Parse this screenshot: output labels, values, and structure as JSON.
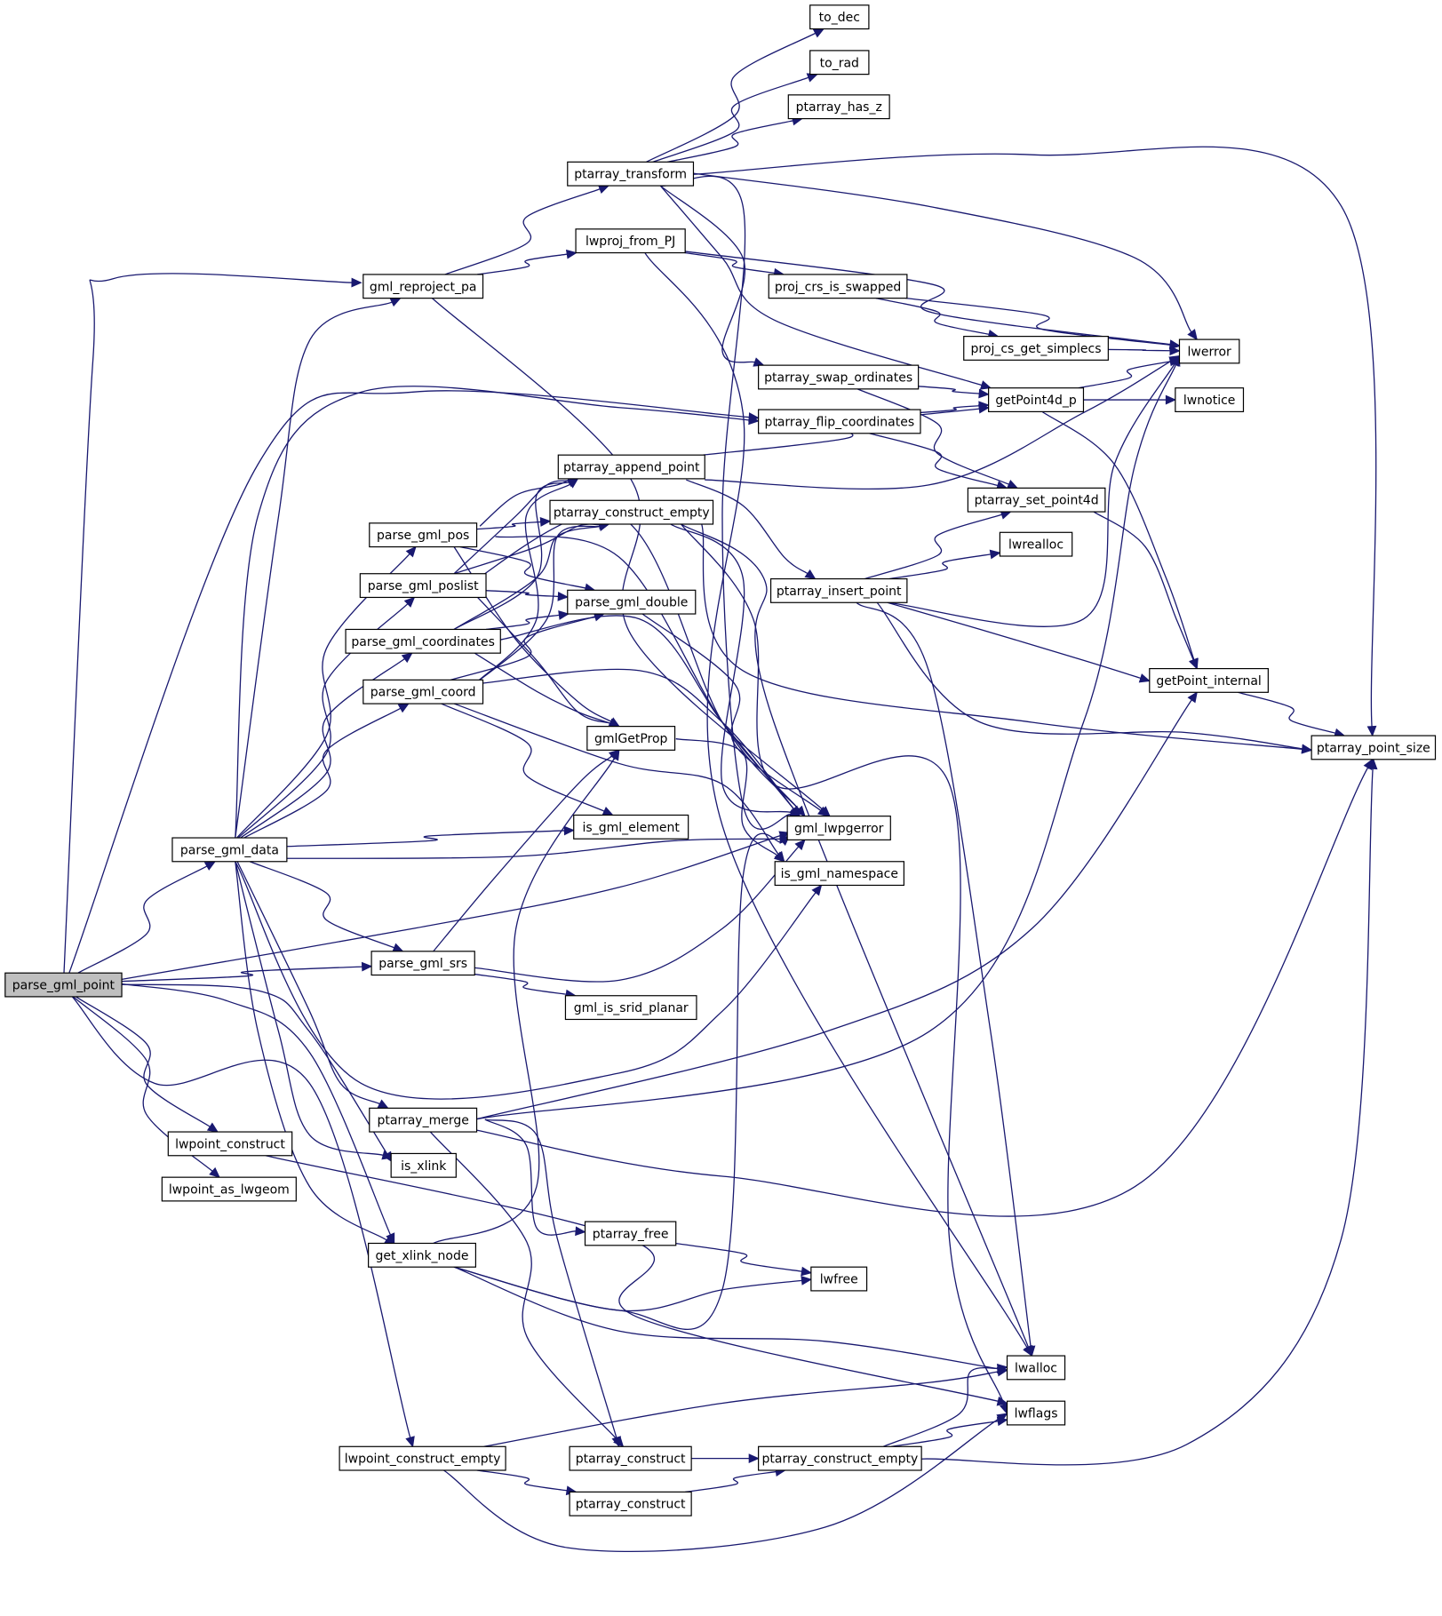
{
  "diagram": {
    "type": "call-graph",
    "colors": {
      "edge": "#191970",
      "root_fill": "#bfbfbf",
      "node_fill": "#ffffff",
      "node_border": "#000000"
    },
    "nodes": [
      {
        "id": "parse_gml_point",
        "label": "parse_gml_point",
        "root": true
      },
      {
        "id": "parse_gml_data",
        "label": "parse_gml_data"
      },
      {
        "id": "lwpoint_construct",
        "label": "lwpoint_construct"
      },
      {
        "id": "lwpoint_as_lwgeom",
        "label": "lwpoint_as_lwgeom"
      },
      {
        "id": "gml_reproject_pa",
        "label": "gml_reproject_pa"
      },
      {
        "id": "parse_gml_pos",
        "label": "parse_gml_pos"
      },
      {
        "id": "parse_gml_poslist",
        "label": "parse_gml_poslist"
      },
      {
        "id": "parse_gml_coordinates",
        "label": "parse_gml_coordinates"
      },
      {
        "id": "parse_gml_coord",
        "label": "parse_gml_coord"
      },
      {
        "id": "parse_gml_srs",
        "label": "parse_gml_srs"
      },
      {
        "id": "ptarray_merge",
        "label": "ptarray_merge"
      },
      {
        "id": "is_xlink",
        "label": "is_xlink"
      },
      {
        "id": "get_xlink_node",
        "label": "get_xlink_node"
      },
      {
        "id": "lwpoint_construct_empty",
        "label": "lwpoint_construct_empty"
      },
      {
        "id": "ptarray_transform",
        "label": "ptarray_transform"
      },
      {
        "id": "lwproj_from_PJ",
        "label": "lwproj_from_PJ"
      },
      {
        "id": "ptarray_append_point",
        "label": "ptarray_append_point"
      },
      {
        "id": "ptarray_construct_empty_1",
        "label": "ptarray_construct_empty"
      },
      {
        "id": "parse_gml_double",
        "label": "parse_gml_double"
      },
      {
        "id": "gmlGetProp",
        "label": "gmlGetProp"
      },
      {
        "id": "is_gml_element",
        "label": "is_gml_element"
      },
      {
        "id": "gml_is_srid_planar",
        "label": "gml_is_srid_planar"
      },
      {
        "id": "ptarray_free",
        "label": "ptarray_free"
      },
      {
        "id": "ptarray_construct_1",
        "label": "ptarray_construct"
      },
      {
        "id": "ptarray_construct_2",
        "label": "ptarray_construct"
      },
      {
        "id": "to_dec",
        "label": "to_dec"
      },
      {
        "id": "to_rad",
        "label": "to_rad"
      },
      {
        "id": "ptarray_has_z",
        "label": "ptarray_has_z"
      },
      {
        "id": "proj_crs_is_swapped",
        "label": "proj_crs_is_swapped"
      },
      {
        "id": "ptarray_swap_ordinates",
        "label": "ptarray_swap_ordinates"
      },
      {
        "id": "ptarray_flip_coordinates",
        "label": "ptarray_flip_coordinates"
      },
      {
        "id": "ptarray_insert_point",
        "label": "ptarray_insert_point"
      },
      {
        "id": "gml_lwpgerror",
        "label": "gml_lwpgerror"
      },
      {
        "id": "is_gml_namespace",
        "label": "is_gml_namespace"
      },
      {
        "id": "lwfree",
        "label": "lwfree"
      },
      {
        "id": "ptarray_construct_empty_2",
        "label": "ptarray_construct_empty"
      },
      {
        "id": "proj_cs_get_simplecs",
        "label": "proj_cs_get_simplecs"
      },
      {
        "id": "getPoint4d_p",
        "label": "getPoint4d_p"
      },
      {
        "id": "ptarray_set_point4d",
        "label": "ptarray_set_point4d"
      },
      {
        "id": "lwrealloc",
        "label": "lwrealloc"
      },
      {
        "id": "lwalloc",
        "label": "lwalloc"
      },
      {
        "id": "lwflags",
        "label": "lwflags"
      },
      {
        "id": "lwerror",
        "label": "lwerror"
      },
      {
        "id": "lwnotice",
        "label": "lwnotice"
      },
      {
        "id": "getPoint_internal",
        "label": "getPoint_internal"
      },
      {
        "id": "ptarray_point_size",
        "label": "ptarray_point_size"
      }
    ],
    "edges": [
      [
        "parse_gml_point",
        "gml_reproject_pa"
      ],
      [
        "parse_gml_point",
        "ptarray_flip_coordinates"
      ],
      [
        "parse_gml_point",
        "parse_gml_data"
      ],
      [
        "parse_gml_point",
        "gml_lwpgerror"
      ],
      [
        "parse_gml_point",
        "parse_gml_srs"
      ],
      [
        "parse_gml_point",
        "is_xlink"
      ],
      [
        "parse_gml_point",
        "get_xlink_node"
      ],
      [
        "parse_gml_point",
        "lwpoint_construct"
      ],
      [
        "parse_gml_point",
        "lwpoint_as_lwgeom"
      ],
      [
        "parse_gml_point",
        "lwpoint_construct_empty"
      ],
      [
        "parse_gml_data",
        "gml_reproject_pa"
      ],
      [
        "parse_gml_data",
        "ptarray_flip_coordinates"
      ],
      [
        "parse_gml_data",
        "parse_gml_pos"
      ],
      [
        "parse_gml_data",
        "parse_gml_poslist"
      ],
      [
        "parse_gml_data",
        "parse_gml_coordinates"
      ],
      [
        "parse_gml_data",
        "parse_gml_coord"
      ],
      [
        "parse_gml_data",
        "is_gml_element"
      ],
      [
        "parse_gml_data",
        "gml_lwpgerror"
      ],
      [
        "parse_gml_data",
        "is_gml_namespace"
      ],
      [
        "parse_gml_data",
        "parse_gml_srs"
      ],
      [
        "parse_gml_data",
        "ptarray_merge"
      ],
      [
        "parse_gml_data",
        "is_xlink"
      ],
      [
        "parse_gml_data",
        "get_xlink_node"
      ],
      [
        "lwpoint_construct",
        "lwflags"
      ],
      [
        "gml_reproject_pa",
        "ptarray_transform"
      ],
      [
        "gml_reproject_pa",
        "lwproj_from_PJ"
      ],
      [
        "gml_reproject_pa",
        "gml_lwpgerror"
      ],
      [
        "ptarray_transform",
        "to_dec"
      ],
      [
        "ptarray_transform",
        "to_rad"
      ],
      [
        "ptarray_transform",
        "ptarray_has_z"
      ],
      [
        "ptarray_transform",
        "lwerror"
      ],
      [
        "ptarray_transform",
        "ptarray_point_size"
      ],
      [
        "ptarray_transform",
        "getPoint4d_p"
      ],
      [
        "ptarray_transform",
        "ptarray_swap_ordinates"
      ],
      [
        "ptarray_transform",
        "gml_lwpgerror"
      ],
      [
        "lwproj_from_PJ",
        "proj_crs_is_swapped"
      ],
      [
        "lwproj_from_PJ",
        "lwerror"
      ],
      [
        "lwproj_from_PJ",
        "lwalloc"
      ],
      [
        "proj_crs_is_swapped",
        "proj_cs_get_simplecs"
      ],
      [
        "proj_crs_is_swapped",
        "lwerror"
      ],
      [
        "proj_cs_get_simplecs",
        "lwerror"
      ],
      [
        "ptarray_swap_ordinates",
        "getPoint4d_p"
      ],
      [
        "ptarray_swap_ordinates",
        "ptarray_set_point4d"
      ],
      [
        "ptarray_flip_coordinates",
        "getPoint4d_p"
      ],
      [
        "ptarray_flip_coordinates",
        "ptarray_set_point4d"
      ],
      [
        "getPoint4d_p",
        "lwerror"
      ],
      [
        "getPoint4d_p",
        "lwnotice"
      ],
      [
        "getPoint4d_p",
        "getPoint_internal"
      ],
      [
        "ptarray_set_point4d",
        "getPoint_internal"
      ],
      [
        "getPoint_internal",
        "ptarray_point_size"
      ],
      [
        "ptarray_append_point",
        "getPoint4d_p"
      ],
      [
        "ptarray_append_point",
        "lwerror"
      ],
      [
        "ptarray_append_point",
        "ptarray_insert_point"
      ],
      [
        "ptarray_insert_point",
        "ptarray_set_point4d"
      ],
      [
        "ptarray_insert_point",
        "lwrealloc"
      ],
      [
        "ptarray_insert_point",
        "lwerror"
      ],
      [
        "ptarray_insert_point",
        "getPoint_internal"
      ],
      [
        "ptarray_insert_point",
        "ptarray_point_size"
      ],
      [
        "ptarray_insert_point",
        "lwalloc"
      ],
      [
        "ptarray_construct_empty_1",
        "gml_lwpgerror"
      ],
      [
        "ptarray_construct_empty_1",
        "lwalloc"
      ],
      [
        "ptarray_construct_empty_1",
        "ptarray_point_size"
      ],
      [
        "ptarray_construct_empty_1",
        "lwflags"
      ],
      [
        "parse_gml_pos",
        "ptarray_append_point"
      ],
      [
        "parse_gml_pos",
        "ptarray_construct_empty_1"
      ],
      [
        "parse_gml_pos",
        "parse_gml_double"
      ],
      [
        "parse_gml_pos",
        "gmlGetProp"
      ],
      [
        "parse_gml_pos",
        "gml_lwpgerror"
      ],
      [
        "parse_gml_poslist",
        "ptarray_append_point"
      ],
      [
        "parse_gml_poslist",
        "ptarray_construct_empty_1"
      ],
      [
        "parse_gml_poslist",
        "parse_gml_double"
      ],
      [
        "parse_gml_poslist",
        "gmlGetProp"
      ],
      [
        "parse_gml_poslist",
        "gml_lwpgerror"
      ],
      [
        "parse_gml_coordinates",
        "ptarray_append_point"
      ],
      [
        "parse_gml_coordinates",
        "ptarray_construct_empty_1"
      ],
      [
        "parse_gml_coordinates",
        "parse_gml_double"
      ],
      [
        "parse_gml_coordinates",
        "gmlGetProp"
      ],
      [
        "parse_gml_coordinates",
        "gml_lwpgerror"
      ],
      [
        "parse_gml_coord",
        "ptarray_append_point"
      ],
      [
        "parse_gml_coord",
        "ptarray_construct_empty_1"
      ],
      [
        "parse_gml_coord",
        "parse_gml_double"
      ],
      [
        "parse_gml_coord",
        "is_gml_element"
      ],
      [
        "parse_gml_coord",
        "is_gml_namespace"
      ],
      [
        "parse_gml_coord",
        "gml_lwpgerror"
      ],
      [
        "parse_gml_double",
        "gml_lwpgerror"
      ],
      [
        "gmlGetProp",
        "is_gml_namespace"
      ],
      [
        "parse_gml_srs",
        "gmlGetProp"
      ],
      [
        "parse_gml_srs",
        "gml_lwpgerror"
      ],
      [
        "parse_gml_srs",
        "gml_is_srid_planar"
      ],
      [
        "ptarray_merge",
        "lwerror"
      ],
      [
        "ptarray_merge",
        "getPoint_internal"
      ],
      [
        "ptarray_merge",
        "ptarray_point_size"
      ],
      [
        "ptarray_merge",
        "ptarray_free"
      ],
      [
        "ptarray_merge",
        "lwalloc"
      ],
      [
        "ptarray_merge",
        "ptarray_construct_1"
      ],
      [
        "ptarray_free",
        "lwfree"
      ],
      [
        "get_xlink_node",
        "gmlGetProp"
      ],
      [
        "get_xlink_node",
        "lwfree"
      ],
      [
        "get_xlink_node",
        "gml_lwpgerror"
      ],
      [
        "get_xlink_node",
        "lwalloc"
      ],
      [
        "lwpoint_construct_empty",
        "lwalloc"
      ],
      [
        "lwpoint_construct_empty",
        "ptarray_construct_2"
      ],
      [
        "lwpoint_construct_empty",
        "lwflags"
      ],
      [
        "ptarray_construct_1",
        "ptarray_construct_empty_2"
      ],
      [
        "ptarray_construct_2",
        "ptarray_construct_empty_2"
      ],
      [
        "ptarray_construct_empty_2",
        "lwalloc"
      ],
      [
        "ptarray_construct_empty_2",
        "lwflags"
      ],
      [
        "ptarray_construct_empty_2",
        "ptarray_point_size"
      ]
    ]
  }
}
